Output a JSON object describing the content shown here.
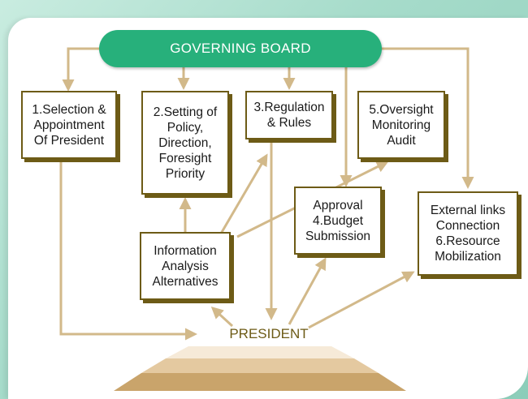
{
  "board": {
    "label": "GOVERNING BOARD"
  },
  "boxes": {
    "selection": "1.Selection &\nAppointment\nOf President",
    "policy": "2.Setting of\nPolicy,\nDirection,\nForesight\nPriority",
    "regulation": "3.Regulation\n& Rules",
    "oversight": "5.Oversight\nMonitoring\nAudit",
    "budget": "Approval\n4.Budget\nSubmission",
    "external": "External links\nConnection\n6.Resource\nMobilization",
    "information": "Information\nAnalysis\nAlternatives"
  },
  "president": {
    "label": "PRESIDENT"
  },
  "colors": {
    "board": "#27b07b",
    "arrow": "#d2b98a",
    "box_border": "#6d5b16",
    "pyramid_top": "#f6ead8",
    "pyramid_mid": "#e4c9a0",
    "pyramid_bottom": "#c9a46b"
  }
}
